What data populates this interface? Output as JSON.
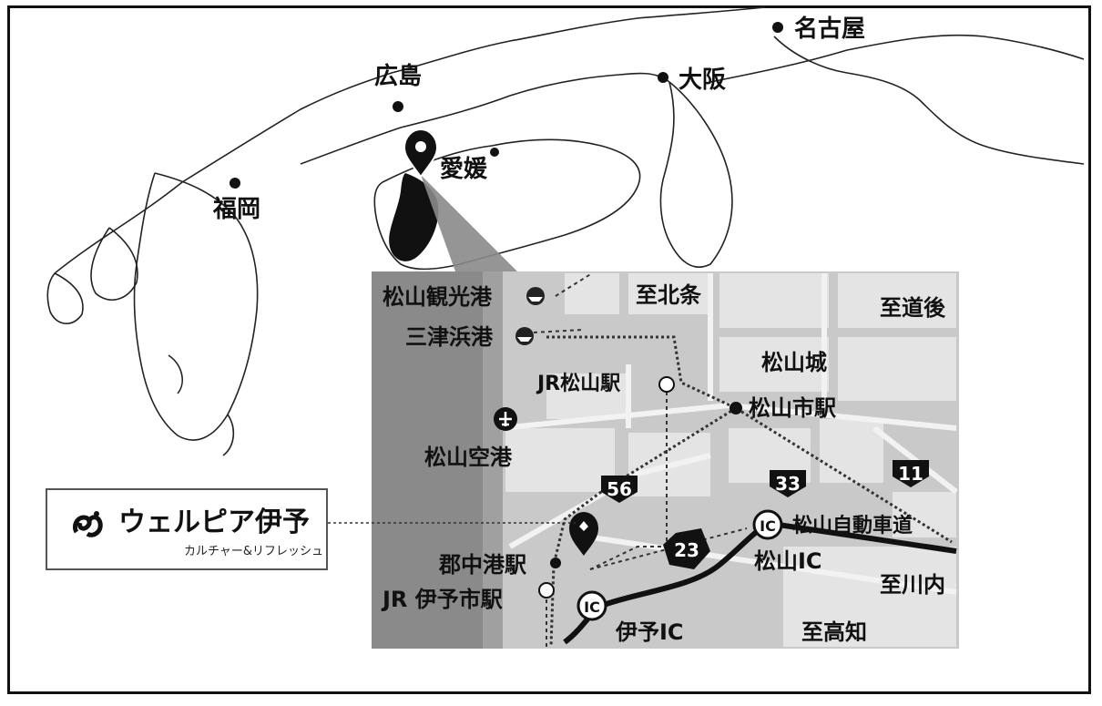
{
  "overview": {
    "cities": [
      {
        "label": "名古屋"
      },
      {
        "label": "大阪"
      },
      {
        "label": "広島"
      },
      {
        "label": "福岡"
      },
      {
        "label": "愛媛"
      }
    ]
  },
  "detail": {
    "places": [
      {
        "label": "松山観光港"
      },
      {
        "label": "三津浜港"
      },
      {
        "label": "至北条"
      },
      {
        "label": "至道後"
      },
      {
        "label": "松山城"
      },
      {
        "label": "JR松山駅"
      },
      {
        "label": "松山市駅"
      },
      {
        "label": "松山空港"
      },
      {
        "label": "松山自動車道"
      },
      {
        "label": "松山IC"
      },
      {
        "label": "至川内"
      },
      {
        "label": "郡中港駅"
      },
      {
        "label": "JR 伊予市駅"
      },
      {
        "label": "伊予IC"
      },
      {
        "label": "至高知"
      }
    ],
    "routes": [
      {
        "number": "56"
      },
      {
        "number": "33"
      },
      {
        "number": "11"
      },
      {
        "number": "23"
      }
    ],
    "ic_markers": [
      {
        "label": "IC"
      },
      {
        "label": "IC"
      }
    ]
  },
  "facility": {
    "name": "ウェルピア伊予",
    "subtitle": "カルチャー&リフレッシュ"
  },
  "colors": {
    "ink": "#111111",
    "inset_bg": "#c9c9c9",
    "sea": "#8a8a8a",
    "block": "#e4e4e4",
    "ehime": "#111111"
  }
}
